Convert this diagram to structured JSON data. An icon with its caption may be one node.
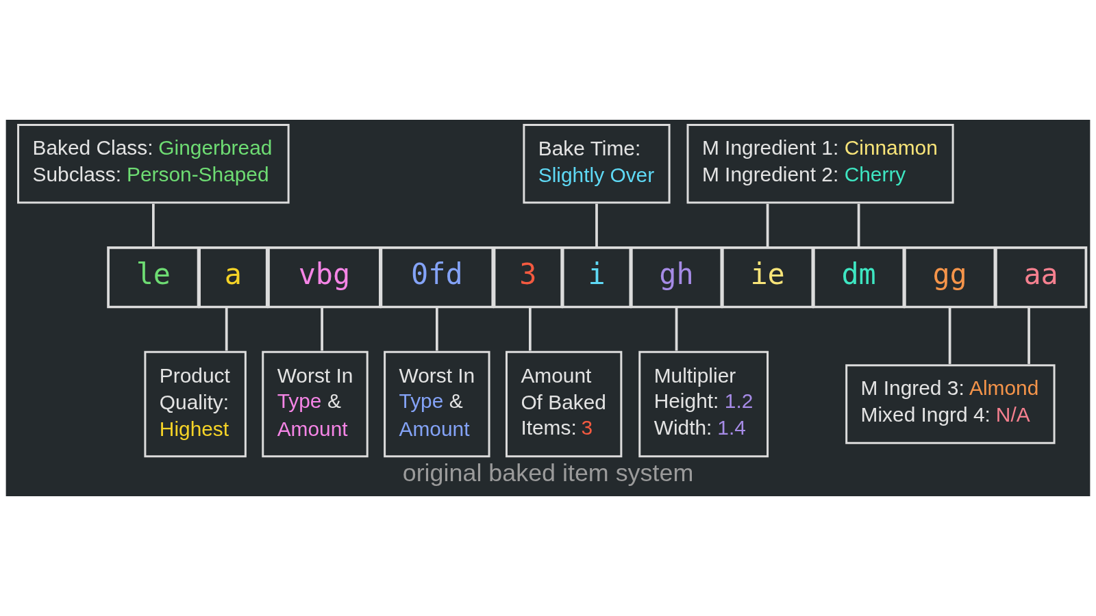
{
  "diagram": {
    "caption": "original baked item system",
    "nodes": [
      {
        "text": [
          "Baked Class: Gingerbread",
          "Subclass: Person-Shaped"
        ]
      },
      {
        "text": [
          "Bake Time: Slightly Over"
        ]
      },
      {
        "text": [
          "M Ingredient 1: Cinnamon",
          "M Ingredient 2: Cherry"
        ]
      },
      {
        "text": [
          "le"
        ]
      },
      {
        "text": [
          "a"
        ]
      },
      {
        "text": [
          "vbg"
        ]
      },
      {
        "text": [
          "0fd"
        ]
      },
      {
        "text": [
          "3"
        ]
      },
      {
        "text": [
          "i"
        ]
      },
      {
        "text": [
          "gh"
        ]
      },
      {
        "text": [
          "ie"
        ]
      },
      {
        "text": [
          "dm"
        ]
      },
      {
        "text": [
          "gg"
        ]
      },
      {
        "text": [
          "aa"
        ]
      },
      {
        "text": [
          "Product Quality: Highest"
        ]
      },
      {
        "text": [
          "Worst In Type & Amount"
        ]
      },
      {
        "text": [
          "Worst In Type & Amount"
        ]
      },
      {
        "text": [
          "Amount Of Baked Items: 3"
        ]
      },
      {
        "text": [
          "Multiplier",
          "Height: 1.2",
          "Width: 1.4"
        ]
      },
      {
        "text": [
          "M Ingred 3: Almond",
          "Mixed Ingrd 4: N/A"
        ]
      }
    ],
    "edges": [
      {
        "from": 0,
        "to": 3,
        "arrow": "none"
      },
      {
        "from": 1,
        "to": 8,
        "arrow": "none"
      },
      {
        "from": 2,
        "to": 10,
        "arrow": "none"
      },
      {
        "from": 2,
        "to": 11,
        "arrow": "none"
      },
      {
        "from": 4,
        "to": 14,
        "arrow": "none"
      },
      {
        "from": 5,
        "to": 15,
        "arrow": "none"
      },
      {
        "from": 6,
        "to": 16,
        "arrow": "none"
      },
      {
        "from": 7,
        "to": 17,
        "arrow": "none"
      },
      {
        "from": 9,
        "to": 18,
        "arrow": "none"
      },
      {
        "from": 12,
        "to": 19,
        "arrow": "none"
      },
      {
        "from": 13,
        "to": 19,
        "arrow": "none"
      }
    ]
  }
}
